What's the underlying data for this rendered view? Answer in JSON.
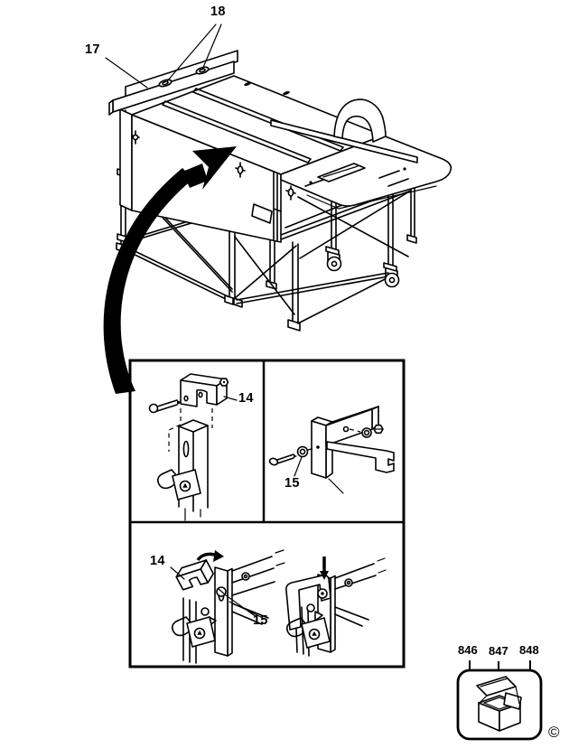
{
  "canvas": {
    "background": "#ffffff",
    "line_color": "#000000"
  },
  "main_view": {
    "name": "saw-bench-parts-illustration",
    "callout_17": "17",
    "callout_18": "18",
    "arrow_icon": "curved-arrow-icon"
  },
  "inset": {
    "panel_top_left": {
      "callout_14": "14"
    },
    "panel_top_right": {
      "callout_15": "15"
    },
    "panel_bottom": {
      "callout_14": "14",
      "callout_15": "15",
      "rotate_icon": "rotate-arrow-icon",
      "press_icon": "down-arrow-icon"
    }
  },
  "legend": {
    "numbers": [
      "846",
      "847",
      "848"
    ],
    "icon": "open-carton-icon"
  },
  "copyright": "©"
}
